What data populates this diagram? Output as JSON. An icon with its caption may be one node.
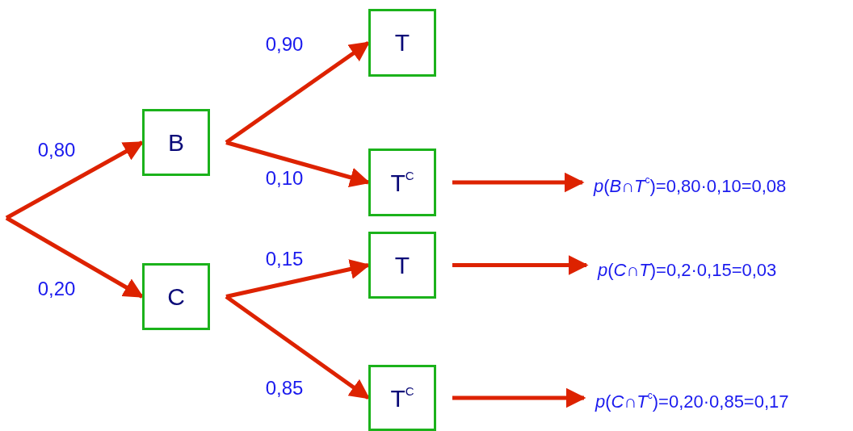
{
  "diagram": {
    "nodes": [
      {
        "text": [
          "B"
        ]
      },
      {
        "text": [
          "C"
        ]
      },
      {
        "text": [
          "T"
        ]
      },
      {
        "text": [
          "T$^{C}$"
        ]
      },
      {
        "text": [
          "T"
        ]
      },
      {
        "text": [
          "T$^{C}$"
        ]
      },
      {
        "text": [
          "*p*(*B*∩*T*$^{c}$)=0,80·0,10=0,08"
        ]
      },
      {
        "text": [
          "*p*(*C*∩*T*)=0,2·0,15=0,03"
        ]
      },
      {
        "text": [
          "*p*(*C*∩*T*$^{c}$)=0,20·0,85=0,17"
        ]
      }
    ],
    "edges": [
      {
        "from": null,
        "to": 0,
        "arrow": "to",
        "label": "0,80"
      },
      {
        "from": null,
        "to": 1,
        "arrow": "to",
        "label": "0,20"
      },
      {
        "from": 0,
        "to": 2,
        "arrow": "to",
        "label": "0,90"
      },
      {
        "from": 0,
        "to": 3,
        "arrow": "to",
        "label": "0,10"
      },
      {
        "from": 1,
        "to": 4,
        "arrow": "to",
        "label": "0,15"
      },
      {
        "from": 1,
        "to": 5,
        "arrow": "to",
        "label": "0,85"
      },
      {
        "from": 3,
        "to": 6,
        "arrow": "to"
      },
      {
        "from": 4,
        "to": 7,
        "arrow": "to"
      },
      {
        "from": 5,
        "to": 8,
        "arrow": "to"
      }
    ]
  }
}
